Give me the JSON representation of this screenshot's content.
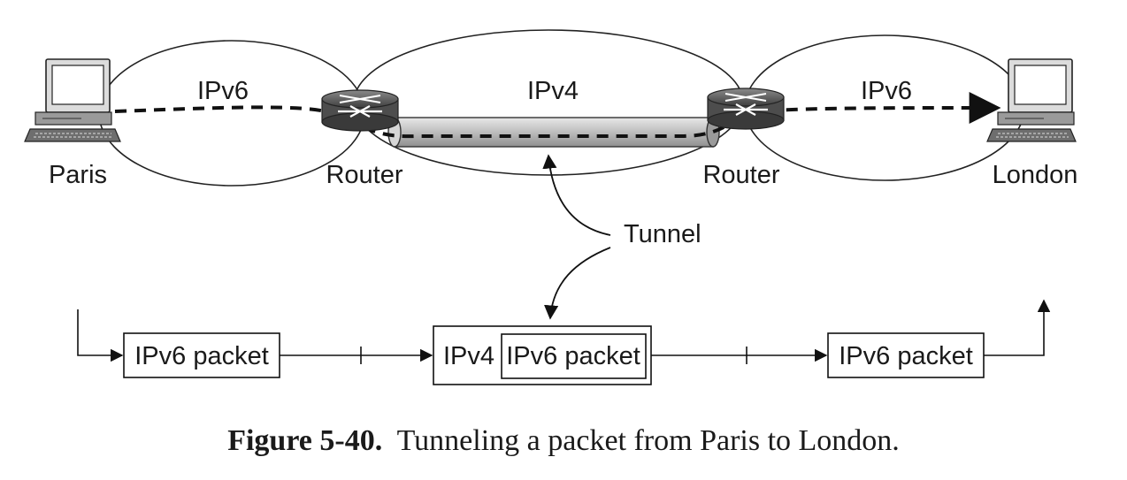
{
  "networks": {
    "left": "IPv6",
    "middle": "IPv4",
    "right": "IPv6"
  },
  "nodes": {
    "paris": "Paris",
    "router_left": "Router",
    "router_right": "Router",
    "london": "London"
  },
  "tunnel_label": "Tunnel",
  "packets": {
    "first": "IPv6 packet",
    "outer_header": "IPv4",
    "inner": "IPv6 packet",
    "last": "IPv6 packet"
  },
  "caption": {
    "number": "Figure 5-40.",
    "text": "Tunneling a packet from Paris to London."
  }
}
